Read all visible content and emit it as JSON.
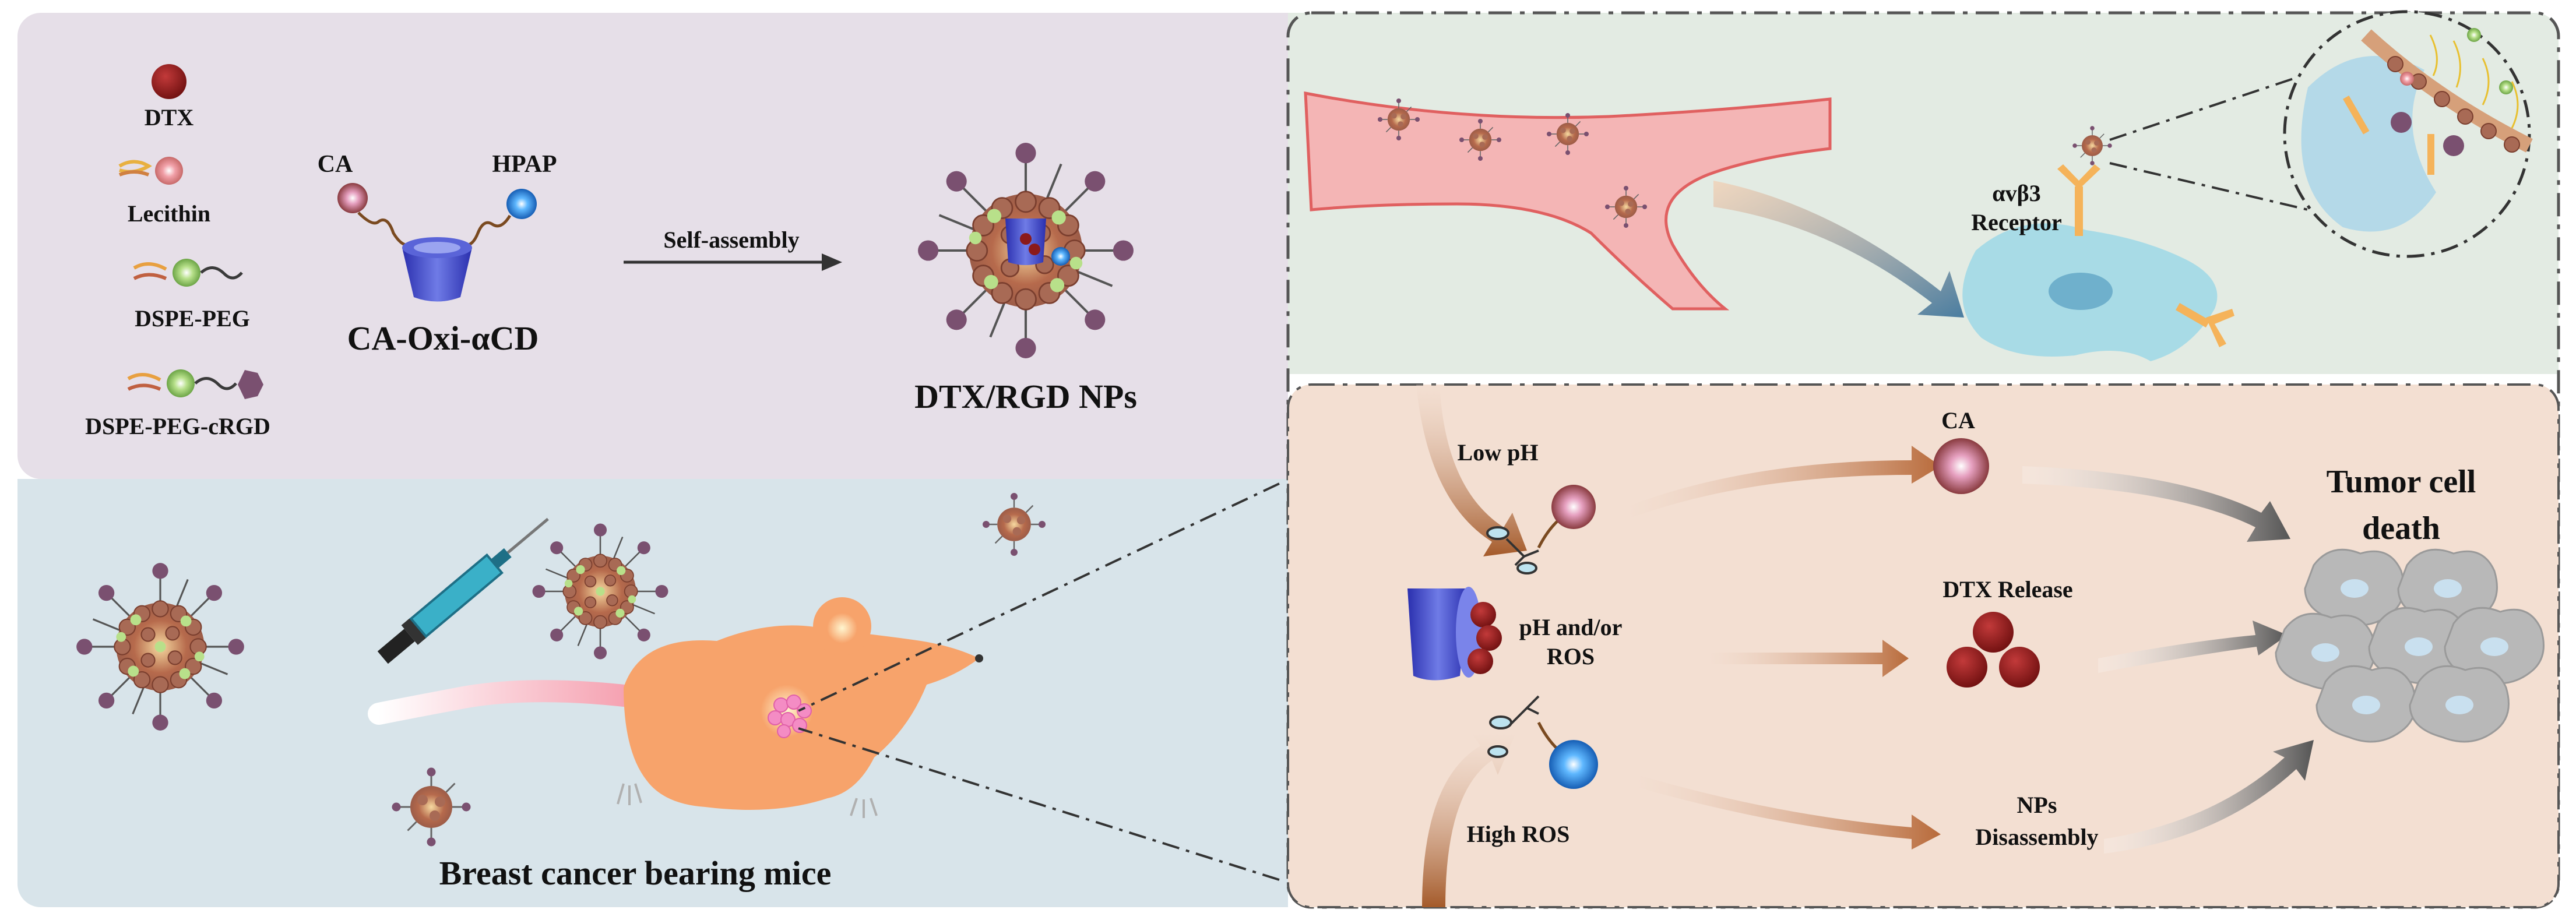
{
  "legend": {
    "dtx": "DTX",
    "lecithin": "Lecithin",
    "dspe_peg": "DSPE-PEG",
    "dspe_peg_crgd": "DSPE-PEG-cRGD"
  },
  "molecule": {
    "ca": "CA",
    "hpap": "HPAP",
    "name": "CA-Oxi-αCD"
  },
  "assembly": {
    "arrow_label": "Self-assembly",
    "product": "DTX/RGD NPs"
  },
  "mouse_panel": {
    "caption": "Breast cancer bearing mice"
  },
  "receptor_panel": {
    "line1": "αvβ3",
    "line2": "Receptor"
  },
  "release_panel": {
    "low_ph": "Low pH",
    "ph_ros_1": "pH and/or",
    "ph_ros_2": "ROS",
    "high_ros": "High ROS",
    "ca": "CA",
    "dtx_release": "DTX Release",
    "nps_1": "NPs",
    "nps_2": "Disassembly",
    "death_1": "Tumor cell",
    "death_2": "death"
  },
  "colors": {
    "dtx_red": "#8b1a1a",
    "panel_purple": "#e4dde6",
    "panel_blue": "#d8e4ea",
    "panel_green": "#e3ebe3",
    "panel_peach": "#f3dfd2",
    "vessel": "#f4b5b5",
    "cell": "#a8dbe6",
    "mouse": "#f7a36b"
  }
}
